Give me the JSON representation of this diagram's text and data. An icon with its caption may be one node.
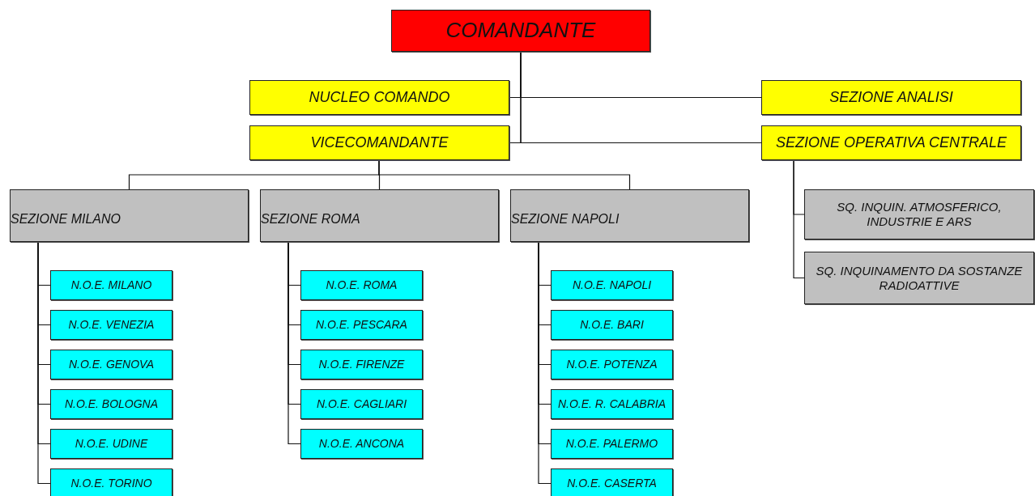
{
  "diagram": {
    "nodes": [
      {
        "text": [
          "COMANDANTE"
        ]
      },
      {
        "text": [
          "NUCLEO COMANDO"
        ]
      },
      {
        "text": [
          "VICECOMANDANTE"
        ]
      },
      {
        "text": [
          "SEZIONE ANALISI"
        ]
      },
      {
        "text": [
          "SEZIONE OPERATIVA CENTRALE"
        ]
      },
      {
        "text": [
          "SEZIONE MILANO"
        ]
      },
      {
        "text": [
          "SEZIONE ROMA"
        ]
      },
      {
        "text": [
          "SEZIONE NAPOLI"
        ]
      },
      {
        "text": [
          "SQ. INQUIN. ATMOSFERICO, INDUSTRIE E ARS"
        ]
      },
      {
        "text": [
          "SQ. INQUINAMENTO DA SOSTANZE RADIOATTIVE"
        ]
      },
      {
        "text": [
          "N.O.E. MILANO"
        ]
      },
      {
        "text": [
          "N.O.E. VENEZIA"
        ]
      },
      {
        "text": [
          "N.O.E. GENOVA"
        ]
      },
      {
        "text": [
          "N.O.E. BOLOGNA"
        ]
      },
      {
        "text": [
          "N.O.E. UDINE"
        ]
      },
      {
        "text": [
          "N.O.E. TORINO"
        ]
      },
      {
        "text": [
          "N.O.E. ROMA"
        ]
      },
      {
        "text": [
          "N.O.E. PESCARA"
        ]
      },
      {
        "text": [
          "N.O.E. FIRENZE"
        ]
      },
      {
        "text": [
          "N.O.E. CAGLIARI"
        ]
      },
      {
        "text": [
          "N.O.E. ANCONA"
        ]
      },
      {
        "text": [
          "N.O.E. NAPOLI"
        ]
      },
      {
        "text": [
          "N.O.E. BARI"
        ]
      },
      {
        "text": [
          "N.O.E. POTENZA"
        ]
      },
      {
        "text": [
          "N.O.E. R. CALABRIA"
        ]
      },
      {
        "text": [
          "N.O.E. PALERMO"
        ]
      },
      {
        "text": [
          "N.O.E. CASERTA"
        ]
      }
    ],
    "edges": [
      {
        "from": 0,
        "to": 1,
        "arrow": "none"
      },
      {
        "from": 0,
        "to": 2,
        "arrow": "none"
      },
      {
        "from": 0,
        "to": 3,
        "arrow": "none"
      },
      {
        "from": 0,
        "to": 4,
        "arrow": "none"
      },
      {
        "from": 2,
        "to": 5,
        "arrow": "none"
      },
      {
        "from": 2,
        "to": 6,
        "arrow": "none"
      },
      {
        "from": 2,
        "to": 7,
        "arrow": "none"
      },
      {
        "from": 4,
        "to": 8,
        "arrow": "none"
      },
      {
        "from": 4,
        "to": 9,
        "arrow": "none"
      },
      {
        "from": 5,
        "to": 10,
        "arrow": "none"
      },
      {
        "from": 5,
        "to": 11,
        "arrow": "none"
      },
      {
        "from": 5,
        "to": 12,
        "arrow": "none"
      },
      {
        "from": 5,
        "to": 13,
        "arrow": "none"
      },
      {
        "from": 5,
        "to": 14,
        "arrow": "none"
      },
      {
        "from": 5,
        "to": 15,
        "arrow": "none"
      },
      {
        "from": 6,
        "to": 16,
        "arrow": "none"
      },
      {
        "from": 6,
        "to": 17,
        "arrow": "none"
      },
      {
        "from": 6,
        "to": 18,
        "arrow": "none"
      },
      {
        "from": 6,
        "to": 19,
        "arrow": "none"
      },
      {
        "from": 6,
        "to": 20,
        "arrow": "none"
      },
      {
        "from": 7,
        "to": 21,
        "arrow": "none"
      },
      {
        "from": 7,
        "to": 22,
        "arrow": "none"
      },
      {
        "from": 7,
        "to": 23,
        "arrow": "none"
      },
      {
        "from": 7,
        "to": 24,
        "arrow": "none"
      },
      {
        "from": 7,
        "to": 25,
        "arrow": "none"
      },
      {
        "from": 7,
        "to": 26,
        "arrow": "none"
      }
    ]
  }
}
